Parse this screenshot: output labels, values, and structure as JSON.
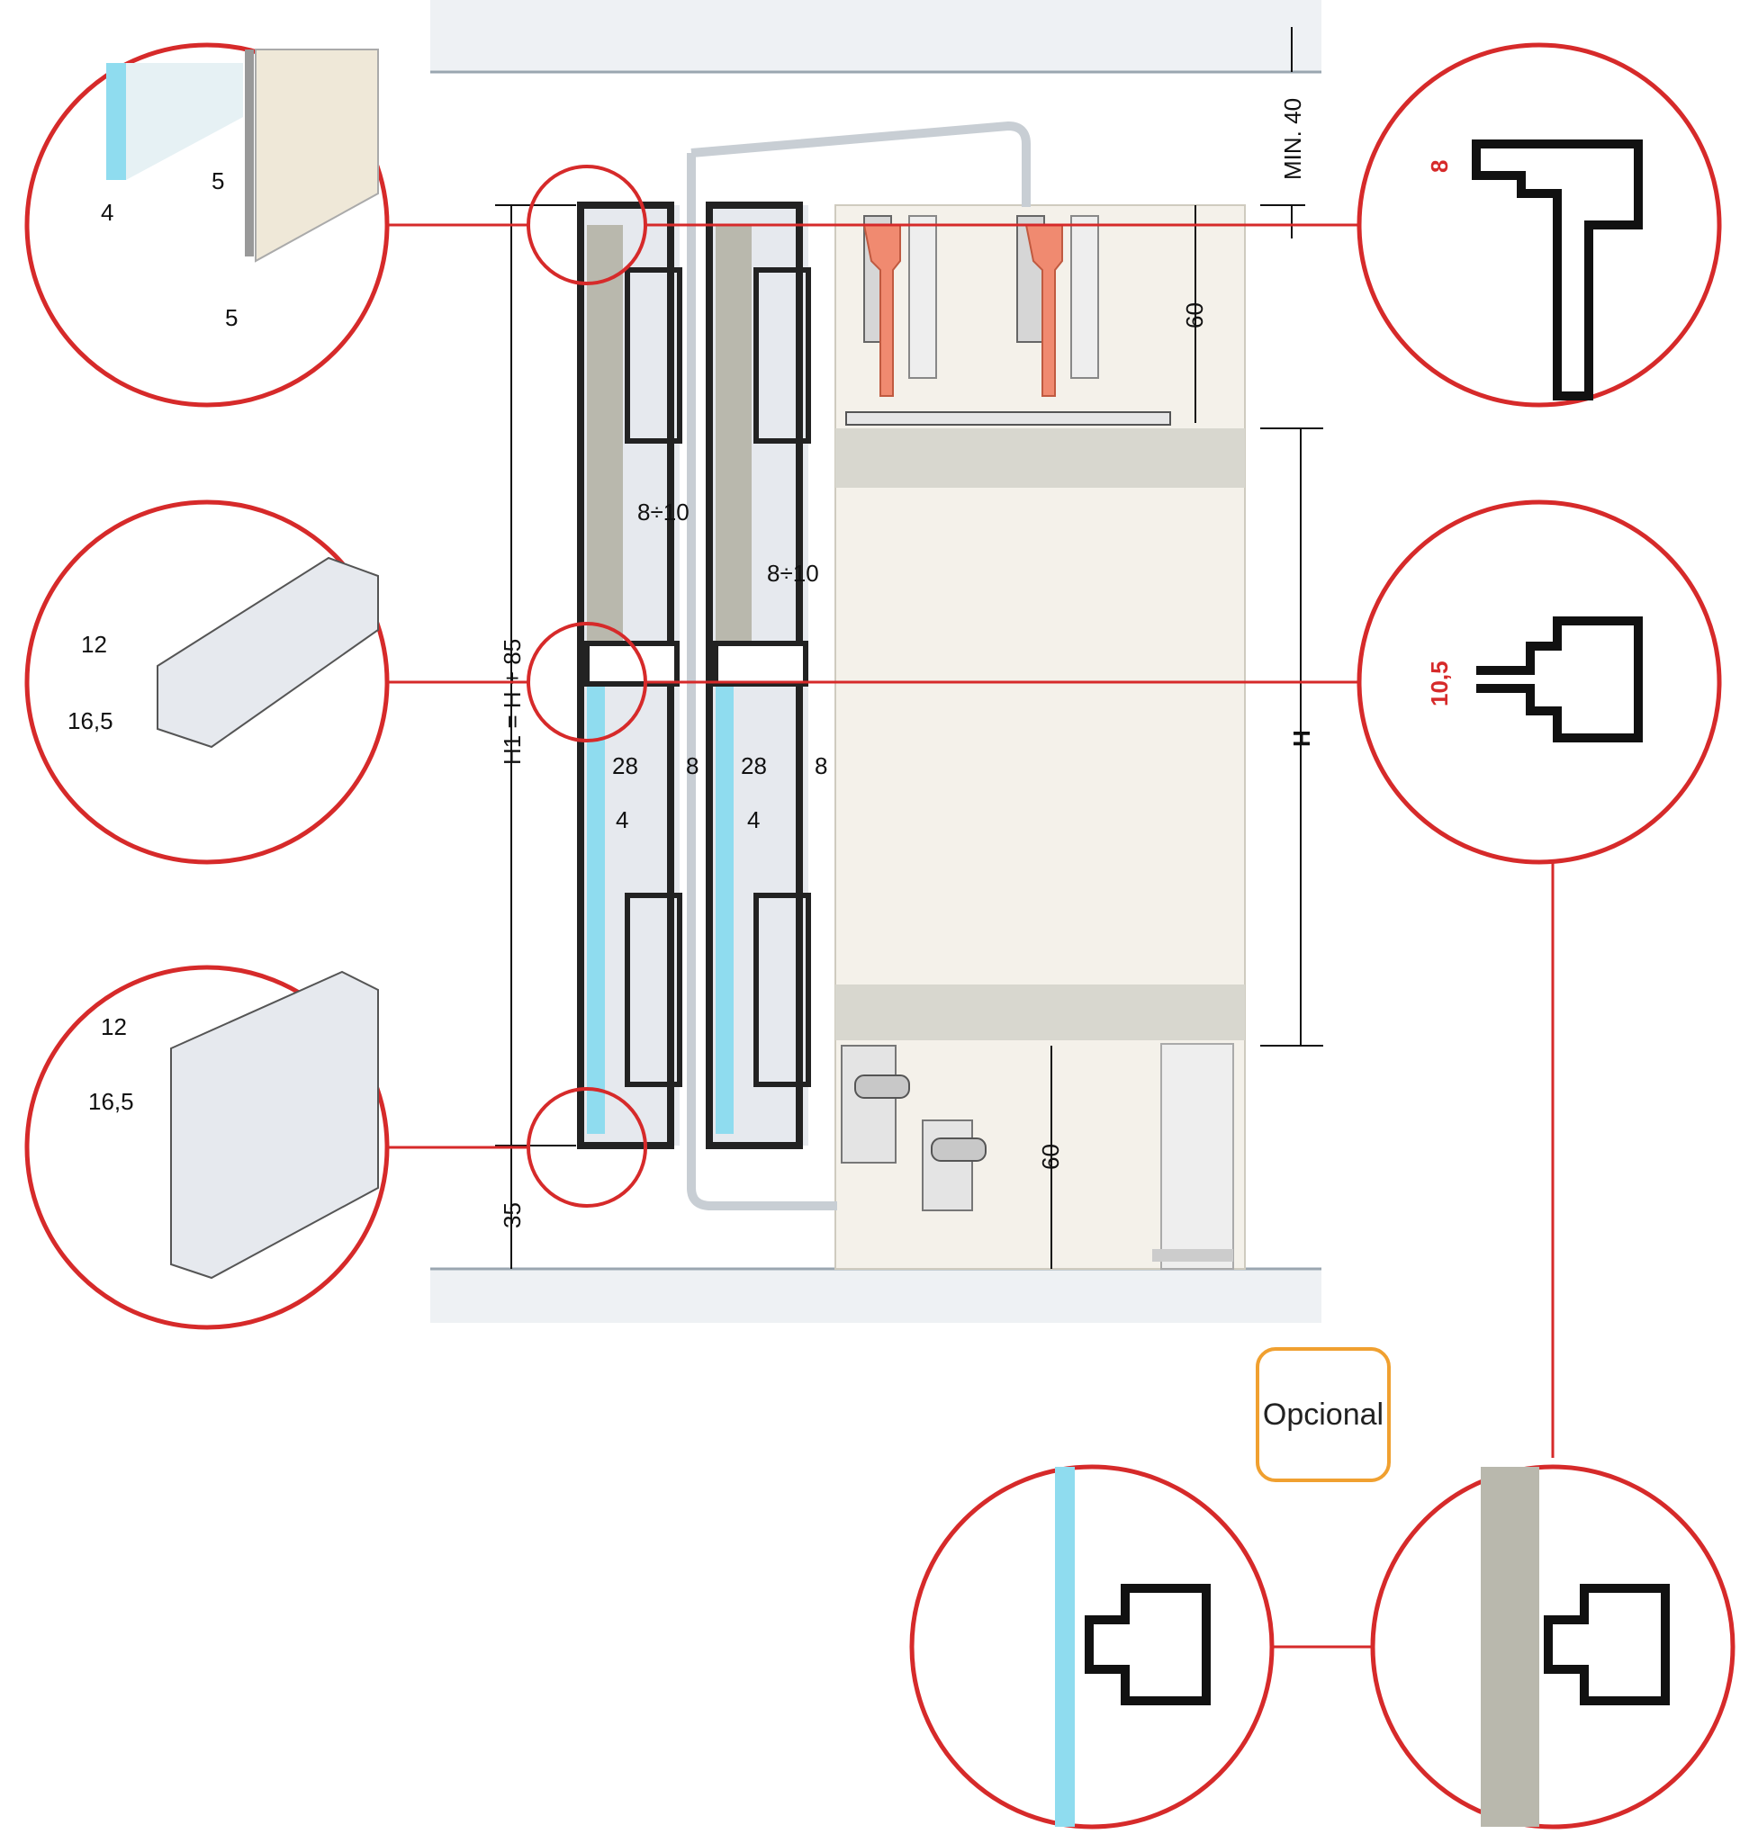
{
  "labels": {
    "min40": "MIN. 40",
    "h1": "H1 = H + 85",
    "h": "H",
    "d35": "35",
    "d60_top": "60",
    "d60_bottom": "60",
    "gap_left": "8÷10",
    "gap_right": "8÷10",
    "w28_left": "28",
    "w28_right": "28",
    "w8_left": "8",
    "w8_right": "8",
    "w4_left": "4",
    "w4_right": "4",
    "optional": "Opcional"
  },
  "callouts": {
    "top_left": {
      "d4": "4",
      "d5a": "5",
      "d5b": "5"
    },
    "mid_left": {
      "d12": "12",
      "d165": "16,5"
    },
    "bot_left": {
      "d12": "12",
      "d165": "16,5"
    },
    "top_right": {
      "d8": "8"
    },
    "mid_right": {
      "d105": "10,5"
    }
  },
  "colors": {
    "callout": "#d62a2a",
    "glass": "#8fdcef",
    "panel": "#bdbdb2",
    "optional_border": "#f0a030",
    "highlight": "#f08a70"
  }
}
